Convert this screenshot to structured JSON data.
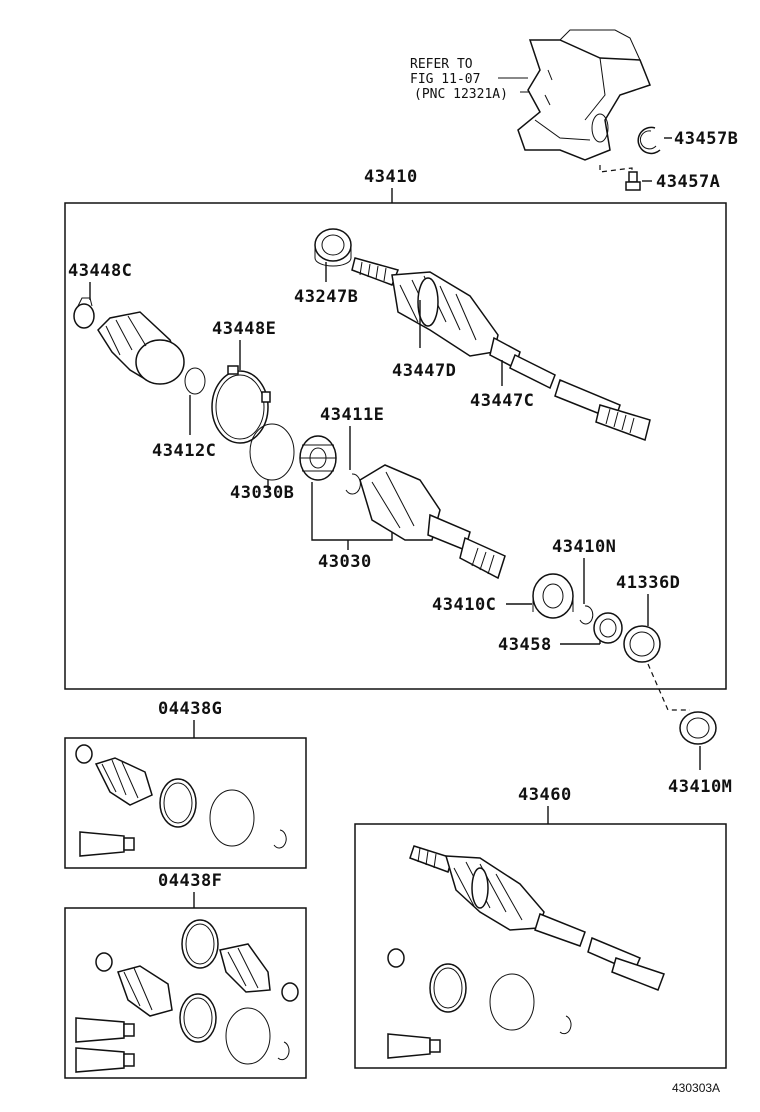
{
  "reference_note": {
    "line1": "REFER TO",
    "line2": "FIG 11-07",
    "line3": "(PNC 12321A)"
  },
  "labels": {
    "p43457B": "43457B",
    "p43457A": "43457A",
    "p43410": "43410",
    "p43448C": "43448C",
    "p43247B": "43247B",
    "p43448E": "43448E",
    "p43447D": "43447D",
    "p43447C": "43447C",
    "p43411E": "43411E",
    "p43412C": "43412C",
    "p43030B": "43030B",
    "p43030": "43030",
    "p43410N": "43410N",
    "p41336D": "41336D",
    "p43410C": "43410C",
    "p43458": "43458",
    "p43410M": "43410M",
    "p04438G": "04438G",
    "p04438F": "04438F",
    "p43460": "43460"
  },
  "figure_id": "430303A"
}
